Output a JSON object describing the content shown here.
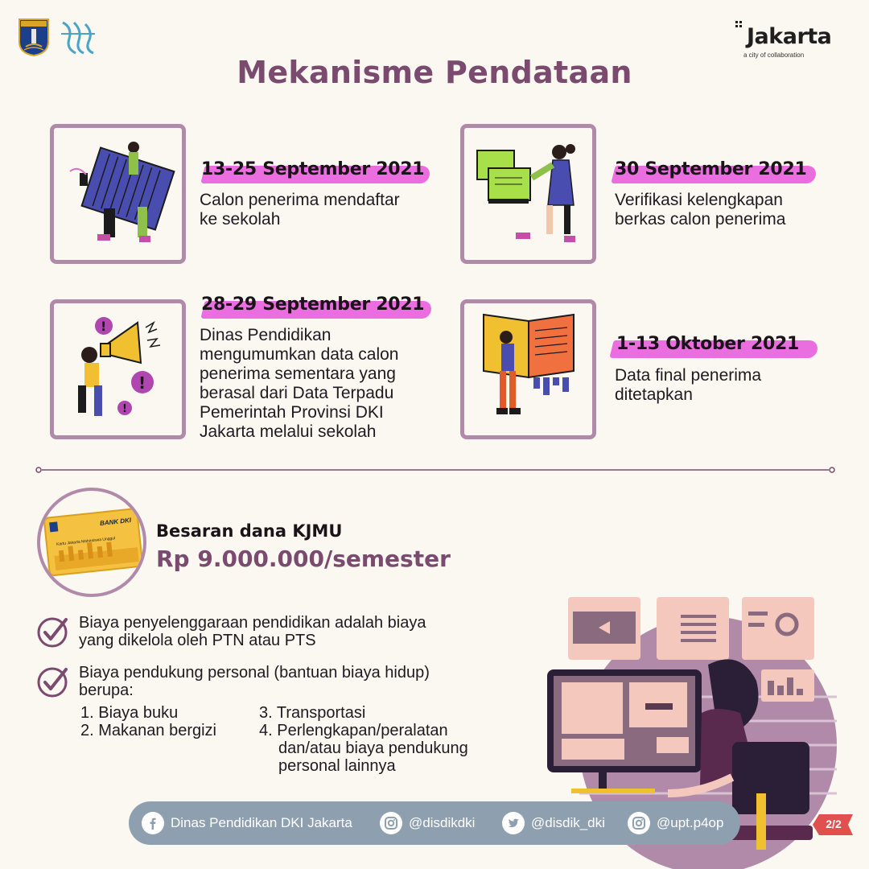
{
  "header": {
    "title": "Mekanisme Pendataan",
    "brand_name": "Jakarta",
    "brand_tagline": "a city of collaboration"
  },
  "steps": [
    {
      "date": "13-25 September 2021",
      "desc": [
        "Calon penerima mendaftar",
        "ke sekolah"
      ]
    },
    {
      "date": "30 September 2021",
      "desc": [
        "Verifikasi kelengkapan",
        "berkas calon penerima"
      ]
    },
    {
      "date": "28-29 September 2021",
      "desc": [
        "Dinas Pendidikan",
        "mengumumkan data calon",
        "penerima sementara yang",
        "berasal dari Data Terpadu",
        "Pemerintah Provinsi DKI",
        "Jakarta melalui sekolah"
      ]
    },
    {
      "date": "1-13 Oktober 2021",
      "desc": [
        "Data final penerima",
        "ditetapkan"
      ]
    }
  ],
  "kjmu": {
    "label": "Besaran dana KJMU",
    "amount": "Rp 9.000.000/semester",
    "card_bank": "BANK DKI",
    "card_title": "Kartu Jakarta Mahasiswa Unggul"
  },
  "bullets": [
    {
      "lines": [
        "Biaya penyelenggaraan pendidikan adalah biaya",
        "yang dikelola oleh PTN atau PTS"
      ]
    },
    {
      "lines": [
        "Biaya pendukung personal (bantuan biaya hidup)",
        "berupa:"
      ]
    }
  ],
  "list_left": [
    "1. Biaya buku",
    "2. Makanan bergizi"
  ],
  "list_right": [
    "3. Transportasi",
    "4. Perlengkapan/peralatan",
    "dan/atau biaya pendukung",
    "personal lainnya"
  ],
  "footer": {
    "facebook": "Dinas Pendidikan DKI Jakarta",
    "instagram1": "@disdikdki",
    "twitter": "@disdik_dki",
    "instagram2": "@upt.p4op"
  },
  "page_indicator": "2/2",
  "colors": {
    "accent": "#7a4a6f",
    "highlight": "#ea6ee0",
    "frame": "#b08aa8",
    "footer": "#8ea0b0",
    "badge": "#e0504f"
  },
  "icons": [
    "facebook-icon",
    "instagram-icon",
    "twitter-icon",
    "check-icon"
  ]
}
